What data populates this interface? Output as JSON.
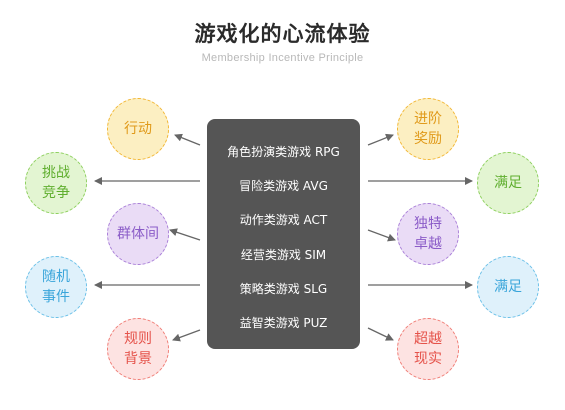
{
  "header": {
    "title": "游戏化的心流体验",
    "subtitle": "Membership Incentive Principle"
  },
  "center": {
    "items": [
      "角色扮演类游戏 RPG",
      "冒险类游戏 AVG",
      "动作类游戏 ACT",
      "经营类游戏 SIM",
      "策略类游戏 SLG",
      "益智类游戏 PUZ"
    ]
  },
  "left": [
    {
      "label": "行动",
      "color": "#f2b633"
    },
    {
      "label": "挑战\n竞争",
      "color": "#8ccf5c"
    },
    {
      "label": "群体间",
      "color": "#a97fd8"
    },
    {
      "label": "随机\n事件",
      "color": "#68bfe7"
    },
    {
      "label": "规则\n背景",
      "color": "#f07b74"
    }
  ],
  "right": [
    {
      "label": "进阶\n奖励",
      "color": "#f2b633"
    },
    {
      "label": "满足",
      "color": "#8ccf5c"
    },
    {
      "label": "独特\n卓越",
      "color": "#a97fd8"
    },
    {
      "label": "满足",
      "color": "#68bfe7"
    },
    {
      "label": "超越\n现实",
      "color": "#f07b74"
    }
  ]
}
